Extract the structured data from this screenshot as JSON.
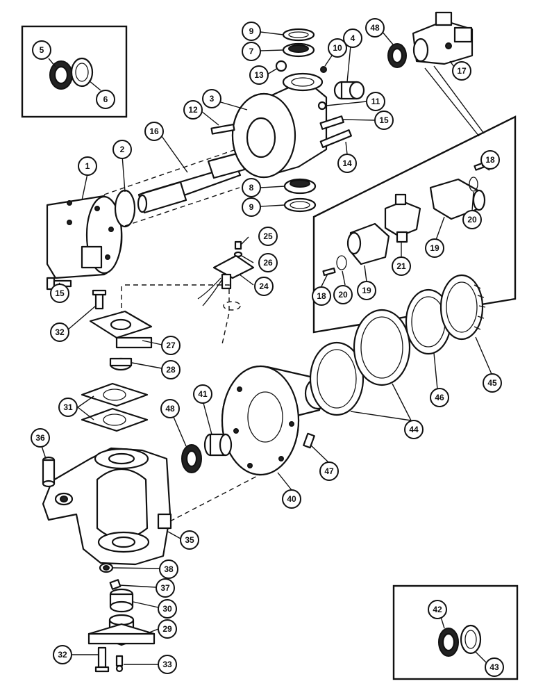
{
  "diagram": {
    "callouts": [
      {
        "id": "c1",
        "label": "1"
      },
      {
        "id": "c2",
        "label": "2"
      },
      {
        "id": "c3",
        "label": "3"
      },
      {
        "id": "c4",
        "label": "4"
      },
      {
        "id": "c5",
        "label": "5"
      },
      {
        "id": "c6",
        "label": "6"
      },
      {
        "id": "c7",
        "label": "7"
      },
      {
        "id": "c8",
        "label": "8"
      },
      {
        "id": "c9a",
        "label": "9"
      },
      {
        "id": "c9b",
        "label": "9"
      },
      {
        "id": "c10",
        "label": "10"
      },
      {
        "id": "c11",
        "label": "11"
      },
      {
        "id": "c12",
        "label": "12"
      },
      {
        "id": "c13",
        "label": "13"
      },
      {
        "id": "c14",
        "label": "14"
      },
      {
        "id": "c15a",
        "label": "15"
      },
      {
        "id": "c15b",
        "label": "15"
      },
      {
        "id": "c16",
        "label": "16"
      },
      {
        "id": "c17",
        "label": "17"
      },
      {
        "id": "c18a",
        "label": "18"
      },
      {
        "id": "c18b",
        "label": "18"
      },
      {
        "id": "c19a",
        "label": "19"
      },
      {
        "id": "c19b",
        "label": "19"
      },
      {
        "id": "c20a",
        "label": "20"
      },
      {
        "id": "c20b",
        "label": "20"
      },
      {
        "id": "c21",
        "label": "21"
      },
      {
        "id": "c24",
        "label": "24"
      },
      {
        "id": "c25",
        "label": "25"
      },
      {
        "id": "c26",
        "label": "26"
      },
      {
        "id": "c27",
        "label": "27"
      },
      {
        "id": "c28",
        "label": "28"
      },
      {
        "id": "c29",
        "label": "29"
      },
      {
        "id": "c30",
        "label": "30"
      },
      {
        "id": "c31",
        "label": "31"
      },
      {
        "id": "c32a",
        "label": "32"
      },
      {
        "id": "c32b",
        "label": "32"
      },
      {
        "id": "c33",
        "label": "33"
      },
      {
        "id": "c35",
        "label": "35"
      },
      {
        "id": "c36",
        "label": "36"
      },
      {
        "id": "c37",
        "label": "37"
      },
      {
        "id": "c38",
        "label": "38"
      },
      {
        "id": "c40",
        "label": "40"
      },
      {
        "id": "c41",
        "label": "41"
      },
      {
        "id": "c42",
        "label": "42"
      },
      {
        "id": "c43",
        "label": "43"
      },
      {
        "id": "c44",
        "label": "44"
      },
      {
        "id": "c45",
        "label": "45"
      },
      {
        "id": "c46",
        "label": "46"
      },
      {
        "id": "c47",
        "label": "47"
      },
      {
        "id": "c48a",
        "label": "48"
      },
      {
        "id": "c48b",
        "label": "48"
      }
    ]
  }
}
